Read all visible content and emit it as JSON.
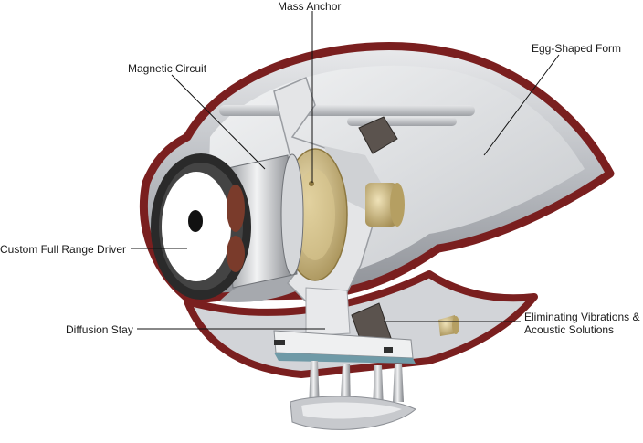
{
  "labels": {
    "mass_anchor": "Mass Anchor",
    "magnetic_circuit": "Magnetic Circuit",
    "egg_shaped_form": "Egg-Shaped Form",
    "custom_full_range_driver": "Custom Full Range Driver",
    "diffusion_stay": "Diffusion Stay",
    "eliminating_vibrations_line1": "Eliminating Vibrations &",
    "eliminating_vibrations_line2": "Acoustic Solutions"
  },
  "colors": {
    "shell_red": "#7a1f1f",
    "shell_silver": "#c9cbcf",
    "brass": "#c9b27a",
    "leader_line": "#111111"
  }
}
